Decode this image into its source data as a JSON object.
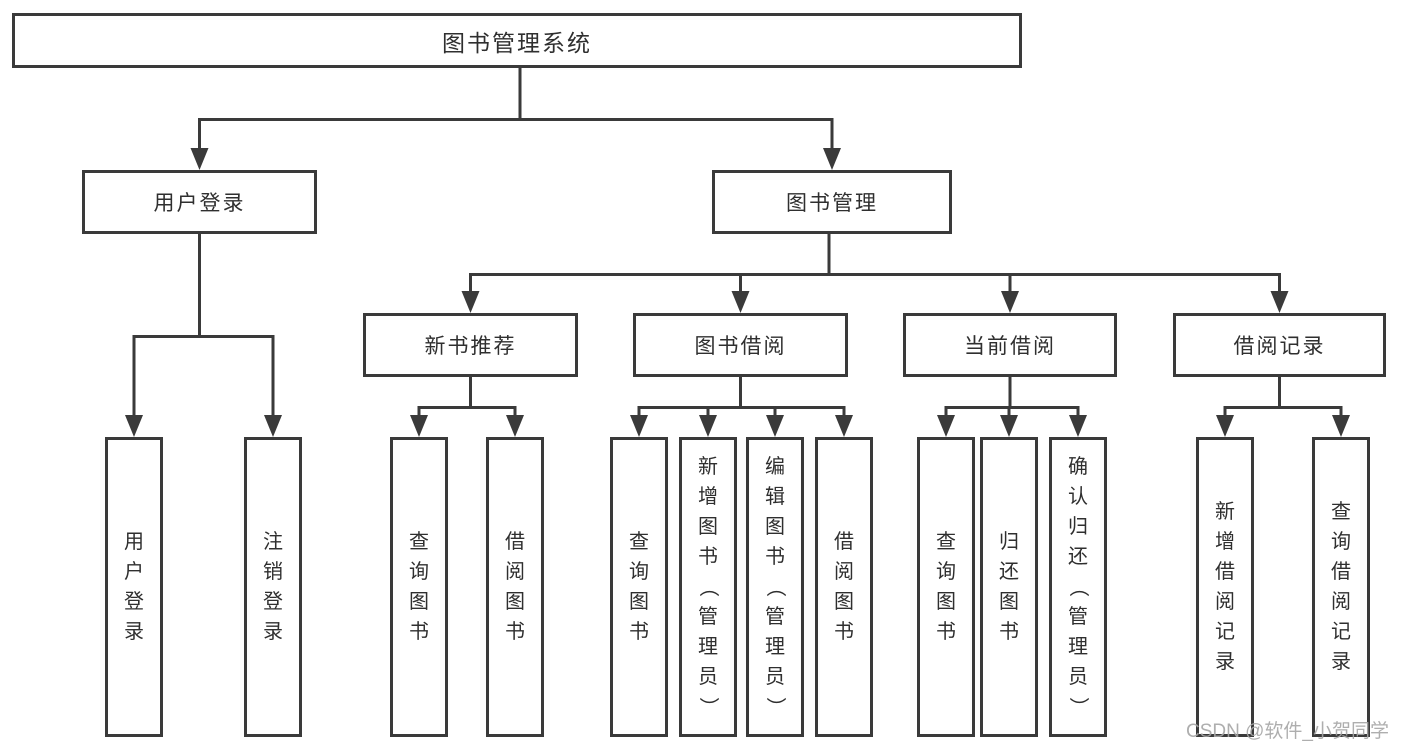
{
  "colors": {
    "line": "#3a3a3a",
    "text": "#2f2f2f",
    "watermark": "#a6a6a6",
    "bg": "#ffffff"
  },
  "watermark": {
    "text": "CSDN @软件_小贺同学"
  },
  "nodes": {
    "root": "图书管理系统",
    "user_login": "用户登录",
    "book_management": "图书管理",
    "new_book_recommend": "新书推荐",
    "book_borrowing": "图书借阅",
    "current_borrowing": "当前借阅",
    "borrowing_records": "借阅记录",
    "leaf_user_login": "用户登录",
    "leaf_logout": "注销登录",
    "recommend_query_books": "查询图书",
    "recommend_borrow_books": "借阅图书",
    "borrowing_query_books": "查询图书",
    "borrowing_add_books_admin": "新增图书（管理员）",
    "borrowing_edit_books_admin": "编辑图书（管理员）",
    "borrowing_borrow_books": "借阅图书",
    "current_query_books": "查询图书",
    "current_return_books": "归还图书",
    "current_confirm_return_admin": "确认归还（管理员）",
    "records_add_record": "新增借阅记录",
    "records_query_record": "查询借阅记录"
  }
}
